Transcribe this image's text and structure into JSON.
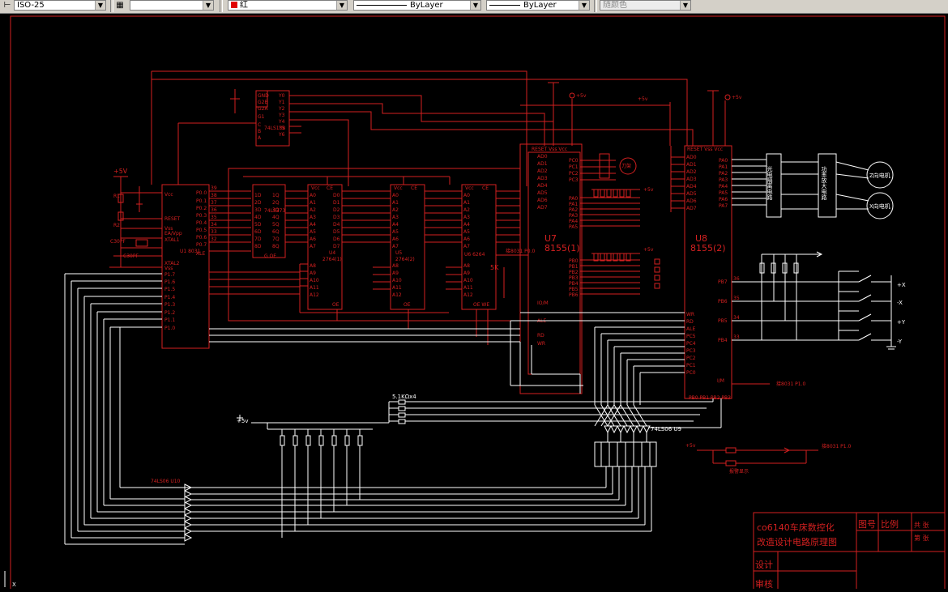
{
  "toolbar": {
    "dimstyle": "ISO-25",
    "layer": "红",
    "linetype": "ByLayer",
    "lineweight": "ByLayer",
    "plotstyle": "随颜色",
    "colors": {
      "layer_swatch": "#e00000"
    }
  },
  "drawing": {
    "colors": {
      "background": "#000000",
      "line": "#d42020",
      "white": "#ffffff"
    },
    "power_label": "+5V",
    "power_label_big": "+5v",
    "power_small": "+5v",
    "u1": {
      "name": "U1 8031",
      "pins_left": [
        "Vcc",
        "RESET",
        "EA/Vpp",
        "XTAL1",
        "XTAL2",
        "Vss",
        "P1.7",
        "P1.6",
        "P1.5",
        "P1.4",
        "P1.3",
        "P1.2",
        "P1.1",
        "P1.0"
      ],
      "pins_right": [
        "P0.0",
        "P0.1",
        "P0.2",
        "P0.3",
        "P0.4",
        "P0.5",
        "P0.6",
        "P0.7",
        "ALE"
      ]
    },
    "u2_label": "74LS373",
    "u3_label": "74LS138",
    "u4_label": "2764(1)",
    "u4_name": "U4",
    "u5_label": "2764(2)",
    "u5_name": "U5",
    "u6_label": "U6  6264",
    "u7": {
      "name": "U7",
      "type": "8155(1)"
    },
    "u8": {
      "name": "U8",
      "type": "8155(2)"
    },
    "u9_label": "74LS06  U9",
    "u10_label": "74LS06  U10",
    "resistor_array": "5.1KΩx4",
    "motor_z": "Z向电机",
    "motor_x": "X向电机",
    "opto_label": "光电隔离电路",
    "amp_label": "功率放大电路",
    "limit_labels": [
      "+X",
      "-X",
      "+Y",
      "-Y"
    ],
    "pb_pins": [
      "PB7",
      "PB6",
      "PB5",
      "PB4"
    ],
    "pin_numbers_pb": [
      "36",
      "35",
      "34",
      "33"
    ],
    "alarm_label": "报警显示",
    "rst_label": "接8031 P1.0",
    "title_block": {
      "title_line1": "co6140车床数控化",
      "title_line2": "改造设计电路原理图",
      "figno_label": "图号",
      "scale_label": "比例",
      "total_label": "共   张",
      "sheet_label": "第   张",
      "design_label": "设计",
      "check_label": "审核"
    },
    "ucs_label": "X"
  }
}
